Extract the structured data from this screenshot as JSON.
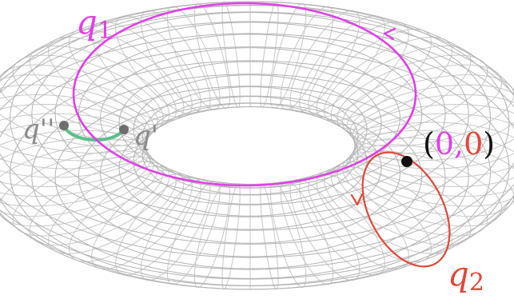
{
  "colors": {
    "background": "#ffffff",
    "mesh": "#c8c8c8",
    "mesh_dark": "#b4b4b4",
    "cycle_q1": "#e040e8",
    "cycle_q2": "#e0483a",
    "path_green": "#5cbf8a",
    "point_gray": "#6e6e6e",
    "label_gray": "#8a8a8a",
    "origin_dot": "#111111",
    "paren": "#111111"
  },
  "labels": {
    "q1_symbol": "q",
    "q1_subscript": "1",
    "q2_symbol": "q",
    "q2_subscript": "2",
    "q_double_prime": "q''",
    "q_prime": "q'",
    "origin_open": "(",
    "origin_first": "0",
    "origin_comma": ",",
    "origin_second": "0",
    "origin_close": ")"
  },
  "icons": {
    "q1_direction": "arrowhead-left",
    "q2_direction": "arrowhead-down"
  }
}
